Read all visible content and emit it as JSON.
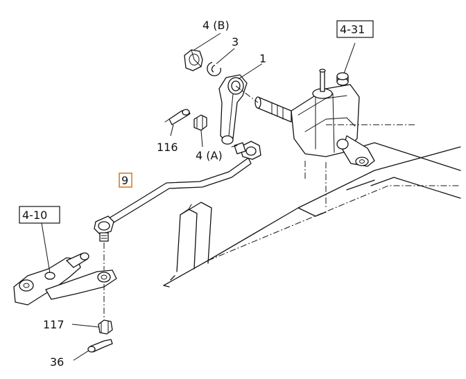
{
  "labels": {
    "nut_4b": "4 (B)",
    "washer_3": "3",
    "pitman_arm_1": "1",
    "ref_4_31": "4-31",
    "pin_116": "116",
    "nut_4a": "4 (A)",
    "rod_9": "9",
    "ref_4_10": "4-10",
    "nut_117": "117",
    "pin_36": "36"
  },
  "colors": {
    "line": "#111111",
    "highlight": "#e07a1e",
    "background": "#ffffff"
  }
}
